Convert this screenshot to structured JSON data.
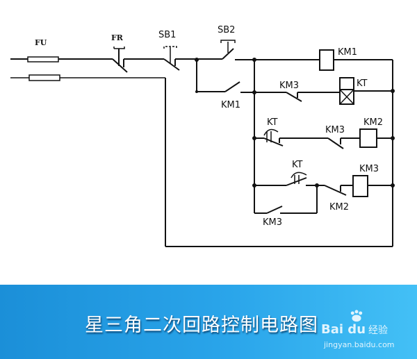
{
  "diagram": {
    "labels": {
      "fu": "FU",
      "fr": "FR",
      "sb1": "SB1",
      "sb2": "SB2",
      "km1_coil": "KM1",
      "km1_contact": "KM1",
      "km3_contact_1": "KM3",
      "kt_coil": "KT",
      "kt_contact_1": "KT",
      "km3_contact_2": "KM3",
      "km2_coil": "KM2",
      "kt_contact_2": "KT",
      "km3_coil": "KM3",
      "km2_contact": "KM2",
      "km3_contact_3": "KM3"
    }
  },
  "banner": {
    "title": "星三角二次回路控制电路图",
    "watermark_logo": "Bai du",
    "watermark_text": "经验",
    "watermark_url": "jingyan.baidu.com"
  },
  "colors": {
    "banner_start": "#1b8fd8",
    "banner_end": "#43c0f6",
    "wire": "#111111"
  }
}
